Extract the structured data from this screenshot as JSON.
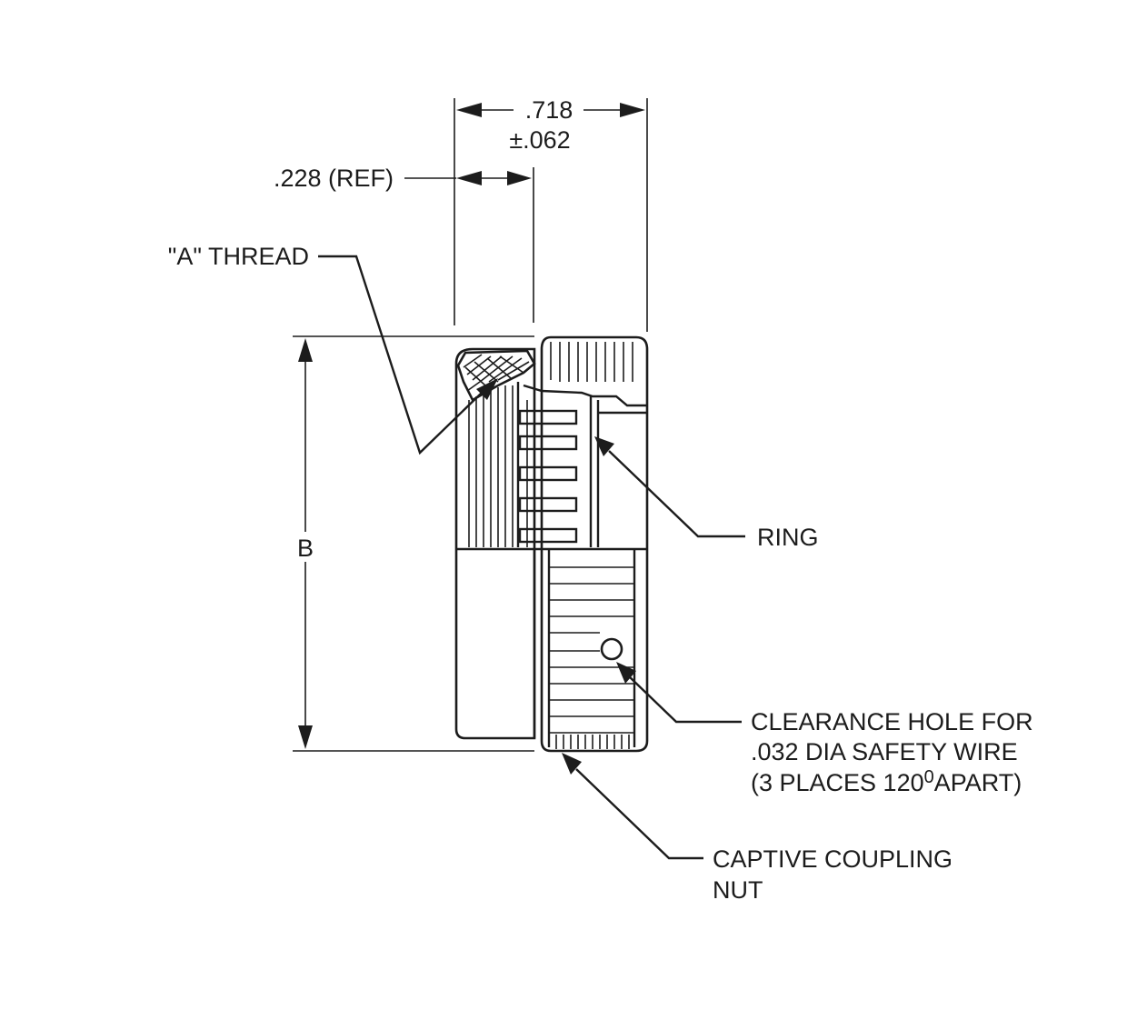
{
  "dimensions": {
    "overall_length": ".718",
    "overall_tolerance": "±.062",
    "ref_length": ".228 (REF)",
    "height": "B"
  },
  "callouts": {
    "thread": "\"A\" THREAD",
    "ring": "RING",
    "hole_line1": "CLEARANCE HOLE FOR",
    "hole_line2": ".032 DIA SAFETY WIRE",
    "hole_line3_pre": "(3 PLACES 120",
    "hole_line3_sup": "0",
    "hole_line3_post": "APART)",
    "nut_line1": "CAPTIVE COUPLING",
    "nut_line2": "NUT"
  }
}
